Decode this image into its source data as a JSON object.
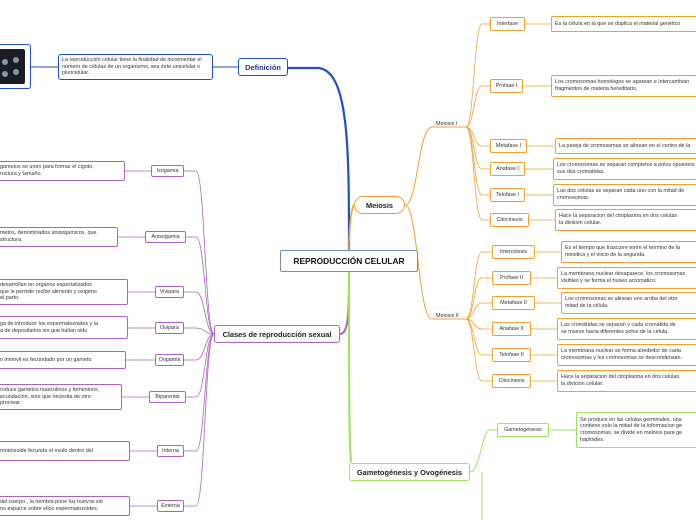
{
  "center": "REPRODUCCIÓN CELULAR",
  "definicion": {
    "label": "Definición",
    "text": "La reproducción celular tiene la finalidad de incrementar el número de células de un organismo, sea éste unicelular o pluricelular."
  },
  "meiosis": {
    "label": "Meiosis",
    "meiosis1": {
      "label": "Meiosis I",
      "phases": [
        {
          "name": "Interfase",
          "text": "Es la célula en la que se duplica el material genético"
        },
        {
          "name": "Profase I",
          "text": "Los cromosomas homologos se aparean e intercambian\nfragmentos de materia hereditario."
        },
        {
          "name": "Metafase I",
          "text": "La pareja de cromosomas se alinean en el centro de la"
        },
        {
          "name": "Anafase I",
          "text": "Los cromosomas se separan completos a polos opuestos\nsus dos cromatidas."
        },
        {
          "name": "Telofase I",
          "text": "Las dos celulas se separan cada uno con la mitad de\ncromosomas."
        },
        {
          "name": "Citocinesis",
          "text": "Hace la separacion del citoplasma en dos celulas\nla division celular."
        }
      ]
    },
    "meiosis2": {
      "label": "Meiosis II",
      "phases": [
        {
          "name": "Intercinesis",
          "text": "Es el tiempo que trascurre entre el termino de la\nmeiotica y el inicio de la segunda."
        },
        {
          "name": "Profase II",
          "text": "La membrana nuclear desaparece, los cromosomas\nvisibles y se forma el huseo acromatico."
        },
        {
          "name": "Metafase II",
          "text": "Los cromosomas se alinean uno arriba del otro\nmitad de la célula."
        },
        {
          "name": "Anafase II",
          "text": "Las cromátidas se separan y cada cromátida de\nse mueve hacia diferentes polos de la célula."
        },
        {
          "name": "Telofase II",
          "text": "La membrana nuclear se forma alrededor de cada\ncromosomas y los cromosomas se descondensan."
        },
        {
          "name": "Citocinesis",
          "text": "Hace la separacion del citoplasma en dos celulas\nla divicion celular."
        }
      ]
    }
  },
  "clases": {
    "label": "Clases de reproducción sexual",
    "items": [
      {
        "name": "Isogamia",
        "text": "gametos se unen para formar  el cigoto,\nructura y tamaño."
      },
      {
        "name": "Anisogamia",
        "text": "metos, denominados anisogamicos, que\nstructura."
      },
      {
        "name": "Vivipara",
        "text": "desarrollan en organos especializados\nque le permite recibir alimento y oxigeno\nel parto."
      },
      {
        "name": "Ovipara",
        "text": "ga de introducir los espermatozoides y la\na de depositarlos sin que hallan sido"
      },
      {
        "name": "Oogamia",
        "text": "o inmóvil es fecundado por un gameto"
      },
      {
        "name": "Biparental",
        "text": "roduce gametos masculinos y femeninos,\necundación, sino que necesita de otro\nprocrear."
      },
      {
        "name": "Interna",
        "text": "rmatozoide fecunda el ovulo dentro del"
      },
      {
        "name": "Externa",
        "text": "del cuerpo , la hembra pone los huevos sin\nno esparce sobre ellos espermatozoides."
      }
    ]
  },
  "gametogenesis": {
    "label": "Gametogénesis y Ovogénesis",
    "items": [
      {
        "name": "Gametogénesis",
        "text": "Se produce en las células germinales, una\ncontiene solo la mitad de la informacion ge\ncromosomas, se divide en meiosis para ge\nhaploides."
      }
    ]
  },
  "colors": {
    "orange": "#f0a030",
    "purple": "#b060c0",
    "green": "#9be060",
    "blue": "#2050c0"
  }
}
